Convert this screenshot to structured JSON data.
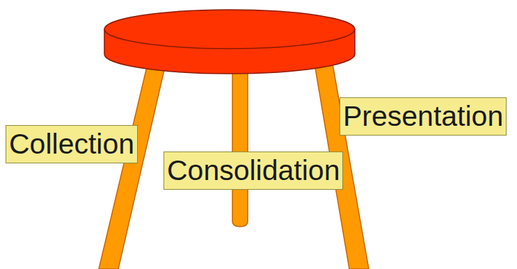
{
  "diagram": {
    "nodes": [
      {
        "text": [
          "Collection"
        ]
      },
      {
        "text": [
          "Consolidation"
        ]
      },
      {
        "text": [
          "Presentation"
        ]
      }
    ]
  }
}
